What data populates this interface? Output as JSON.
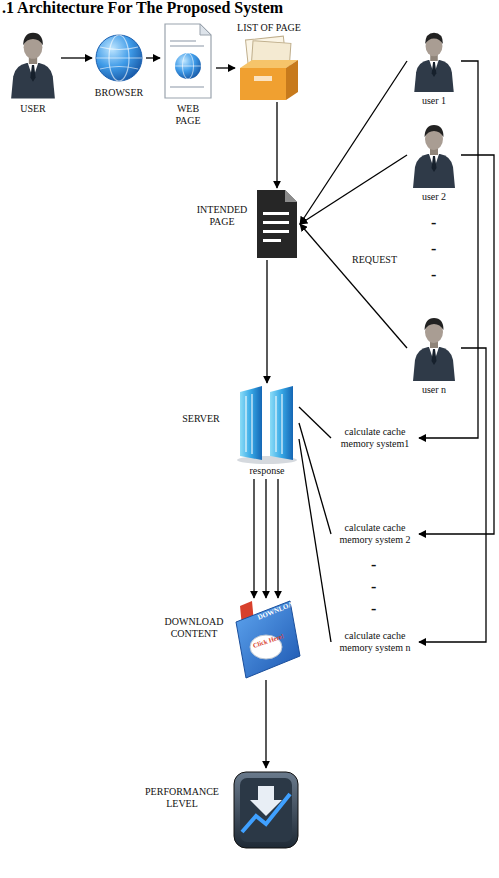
{
  "diagram": {
    "title": ".1 Architecture For The Proposed System",
    "nodes": [
      {
        "text": [
          "USER"
        ]
      },
      {
        "text": [
          "BROWSER"
        ]
      },
      {
        "text": [
          "WEB PAGE"
        ]
      },
      {
        "text": [
          "LIST OF PAGE"
        ]
      },
      {
        "text": [
          "user 1"
        ]
      },
      {
        "text": [
          "user 2"
        ]
      },
      {
        "text": [
          "user n"
        ]
      },
      {
        "text": [
          "INTENDED PAGE"
        ]
      },
      {
        "text": [
          "SERVER",
          "response"
        ]
      },
      {
        "text": [
          "calculate cache memory system1"
        ]
      },
      {
        "text": [
          "calculate cache memory system 2"
        ]
      },
      {
        "text": [
          "calculate cache memory system n"
        ]
      },
      {
        "text": [
          "DOWNLOAD CONTENT"
        ]
      },
      {
        "text": [
          "PERFORMANCE LEVEL"
        ]
      }
    ],
    "edges": [
      {
        "from": 0,
        "to": 1,
        "arrow": "to"
      },
      {
        "from": 1,
        "to": 2,
        "arrow": "to"
      },
      {
        "from": 2,
        "to": 3,
        "arrow": "to"
      },
      {
        "from": 3,
        "to": 7,
        "arrow": "to"
      },
      {
        "from": 4,
        "to": 7,
        "arrow": "to"
      },
      {
        "from": 5,
        "to": 7,
        "arrow": "to"
      },
      {
        "from": 6,
        "to": 7,
        "arrow": "to"
      },
      {
        "from": 7,
        "to": 8,
        "arrow": "to"
      },
      {
        "from": 8,
        "to": 12,
        "arrow": "to"
      },
      {
        "from": 8,
        "to": 12,
        "arrow": "to"
      },
      {
        "from": 8,
        "to": 12,
        "arrow": "to"
      },
      {
        "from": 8,
        "to": 9,
        "arrow": "none"
      },
      {
        "from": 8,
        "to": 10,
        "arrow": "none"
      },
      {
        "from": 8,
        "to": 11,
        "arrow": "none"
      },
      {
        "from": 4,
        "to": 9,
        "arrow": "to"
      },
      {
        "from": 5,
        "to": 10,
        "arrow": "to"
      },
      {
        "from": 6,
        "to": 11,
        "arrow": "to"
      },
      {
        "from": 12,
        "to": 13,
        "arrow": "to"
      }
    ],
    "labels": [
      "REQUEST",
      "-",
      "-",
      "-",
      "-",
      "-",
      "-",
      "DOWNLOAD",
      "Click Here!"
    ]
  }
}
